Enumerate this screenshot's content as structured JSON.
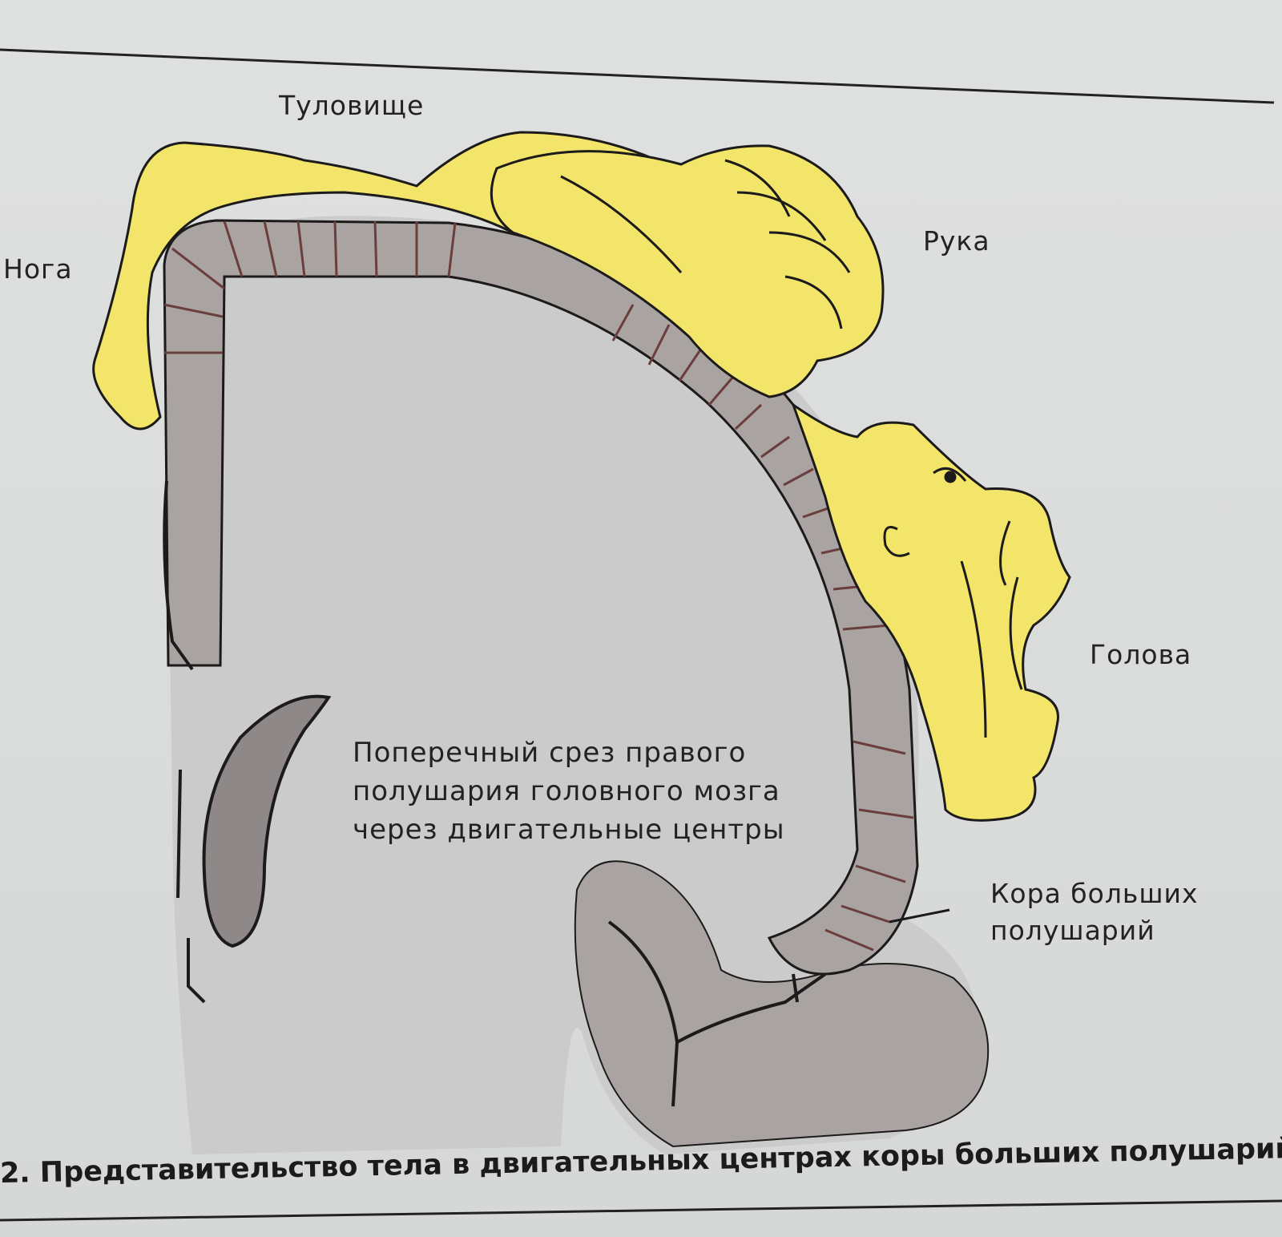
{
  "labels": {
    "trunk": "Туловище",
    "leg": "Нога",
    "arm": "Рука",
    "head": "Голова",
    "cortex_line1": "Кора больших",
    "cortex_line2": "полушарий",
    "center_line1": "Поперечный срез правого",
    "center_line2": "полушария головного мозга",
    "center_line3": "через двигательные центры"
  },
  "caption": "2. Представительство тела в двигательных центрах коры больших полушарий",
  "colors": {
    "homunculus": "#f2e56a",
    "cortex": "#a9a3a1",
    "white_matter": "#cbcbcb",
    "ventricle": "#8f8888",
    "outline": "#1c1a1a"
  }
}
